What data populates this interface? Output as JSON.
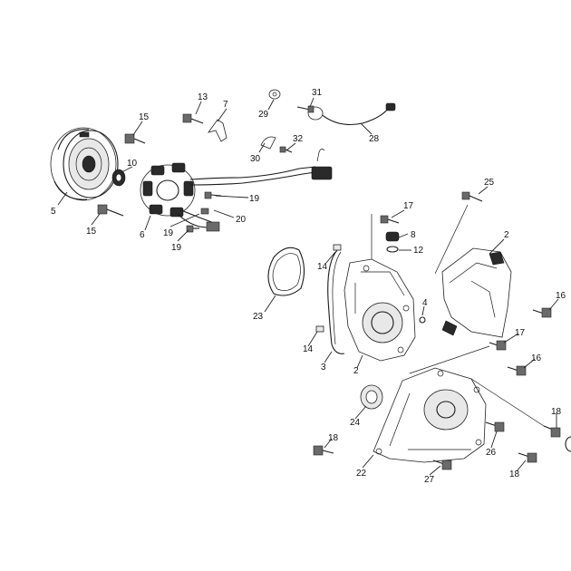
{
  "diagram": {
    "labels": [
      "2",
      "3",
      "4",
      "5",
      "6",
      "7",
      "8",
      "10",
      "12",
      "13",
      "14",
      "15",
      "16",
      "17",
      "18",
      "19",
      "20",
      "22",
      "23",
      "24",
      "25",
      "26",
      "27",
      "28",
      "29",
      "30",
      "31",
      "32"
    ]
  }
}
